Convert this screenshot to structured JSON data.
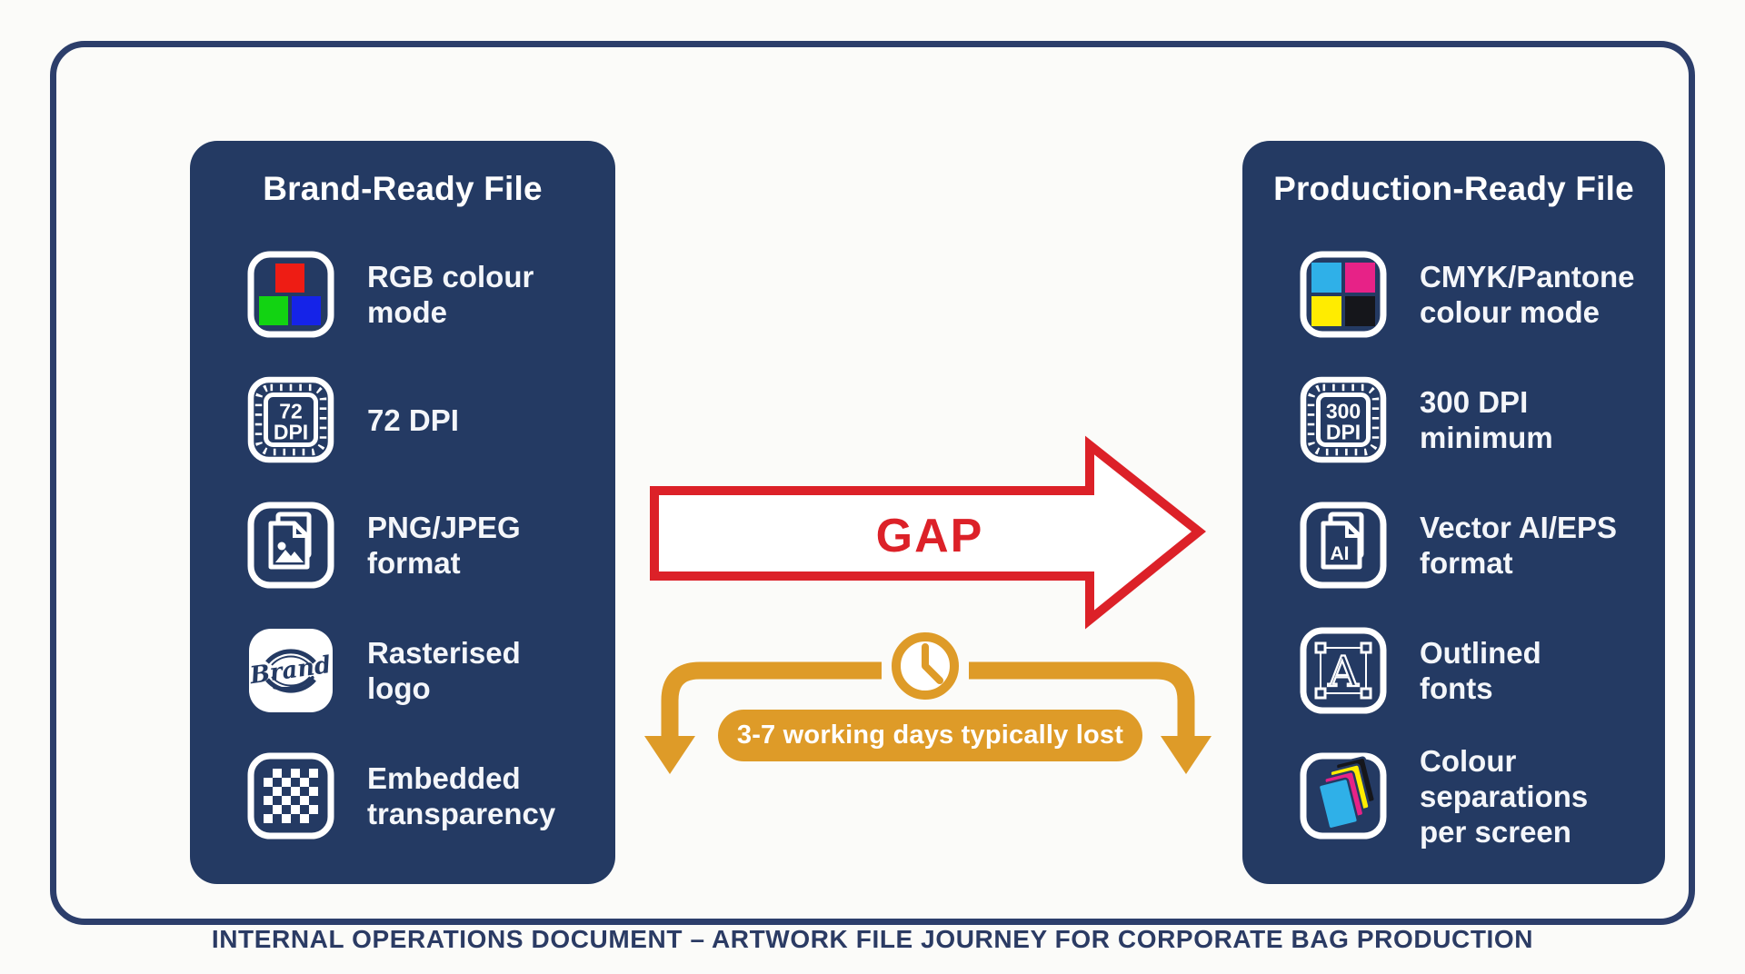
{
  "colors": {
    "panel_navy": "#243a63",
    "frame_navy": "#2c3e6b",
    "caption_navy": "#2b3b64",
    "accent_red": "#dc2128",
    "accent_gold": "#de9b28",
    "white": "#ffffff",
    "rgb_red": "#ee1c14",
    "rgb_green": "#12d312",
    "rgb_blue": "#1523e8",
    "cmyk_cyan": "#2fb0e8",
    "cmyk_magenta": "#e72287",
    "cmyk_yellow": "#ffec00",
    "cmyk_black": "#15161b"
  },
  "left_panel": {
    "title": "Brand-Ready File",
    "items": [
      {
        "icon": "rgb-squares-icon",
        "icon_text": [],
        "lines": [
          "RGB colour",
          "mode"
        ]
      },
      {
        "icon": "dpi-chip-icon",
        "icon_text": [
          "72",
          "DPI"
        ],
        "lines": [
          "72 DPI"
        ]
      },
      {
        "icon": "image-files-icon",
        "icon_text": [],
        "lines": [
          "PNG/JPEG",
          "format"
        ]
      },
      {
        "icon": "brand-badge-icon",
        "icon_text": [
          "Brand"
        ],
        "lines": [
          "Rasterised",
          "logo"
        ]
      },
      {
        "icon": "checkerboard-icon",
        "icon_text": [],
        "lines": [
          "Embedded",
          "transparency"
        ]
      }
    ]
  },
  "right_panel": {
    "title": "Production-Ready File",
    "items": [
      {
        "icon": "cmyk-squares-icon",
        "icon_text": [],
        "lines": [
          "CMYK/Pantone",
          "colour mode"
        ]
      },
      {
        "icon": "dpi-chip-icon",
        "icon_text": [
          "300",
          "DPI"
        ],
        "lines": [
          "300 DPI",
          "minimum"
        ]
      },
      {
        "icon": "ai-files-icon",
        "icon_text": [
          "AI"
        ],
        "lines": [
          "Vector AI/EPS",
          "format"
        ]
      },
      {
        "icon": "outlined-font-icon",
        "icon_text": [
          "A"
        ],
        "lines": [
          "Outlined",
          "fonts"
        ]
      },
      {
        "icon": "colour-layers-icon",
        "icon_text": [],
        "lines": [
          "Colour",
          "separations",
          "per screen"
        ]
      }
    ]
  },
  "gap_arrow": {
    "label": "GAP"
  },
  "delay": {
    "label": "3-7 working days typically lost"
  },
  "footer": {
    "caption": "INTERNAL OPERATIONS DOCUMENT – ARTWORK FILE JOURNEY FOR CORPORATE BAG PRODUCTION"
  }
}
